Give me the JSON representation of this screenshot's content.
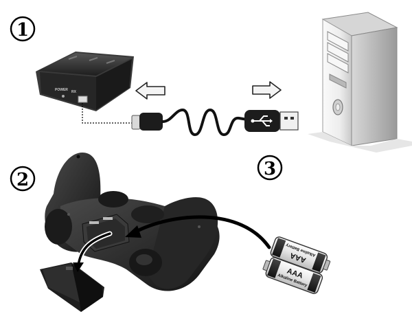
{
  "steps": [
    {
      "number": "1"
    },
    {
      "number": "2"
    },
    {
      "number": "3"
    }
  ],
  "receiver_labels": {
    "power": "POWER",
    "rx": "RX"
  },
  "batteries": [
    {
      "size_label": "AAA",
      "type_label": "Alkaline Battery"
    },
    {
      "size_label": "AAA",
      "type_label": "Alkaline Battery"
    }
  ],
  "icons": {
    "receiver": "wireless-receiver-icon",
    "computer": "pc-tower-icon",
    "usb_cable": "usb-cable-icon",
    "gamepad": "gamepad-icon",
    "battery_cover": "battery-cover-icon",
    "battery": "aaa-battery-icon",
    "arrow": "arrow-icon"
  },
  "colors": {
    "device_dark": "#2a2a2a",
    "outline": "#111111",
    "arrow_fill": "#f4f4f4",
    "pc_body": "#f2f2f2"
  }
}
